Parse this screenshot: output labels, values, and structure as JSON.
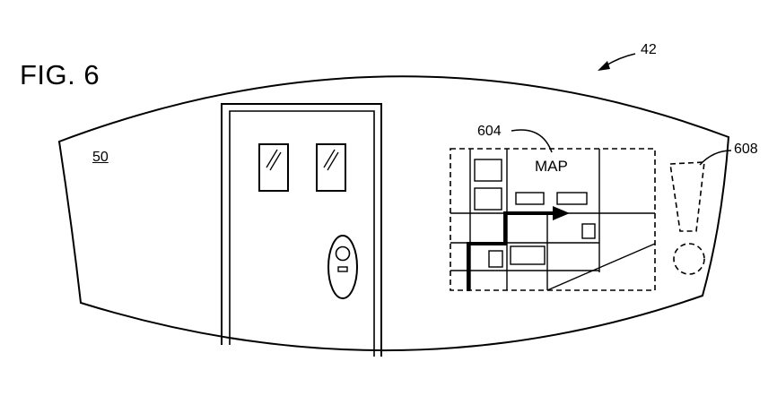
{
  "figure": {
    "title": "FIG. 6",
    "reference_numerals": {
      "device": "42",
      "display": "50",
      "map_callout": "604",
      "indicator_callout": "608"
    },
    "map_label": "MAP"
  },
  "icons": {
    "door": "door-icon",
    "door_knob": "door-knob-icon",
    "route_arrow": "route-arrow-icon",
    "indicator": "exclamation-indicator-icon"
  }
}
